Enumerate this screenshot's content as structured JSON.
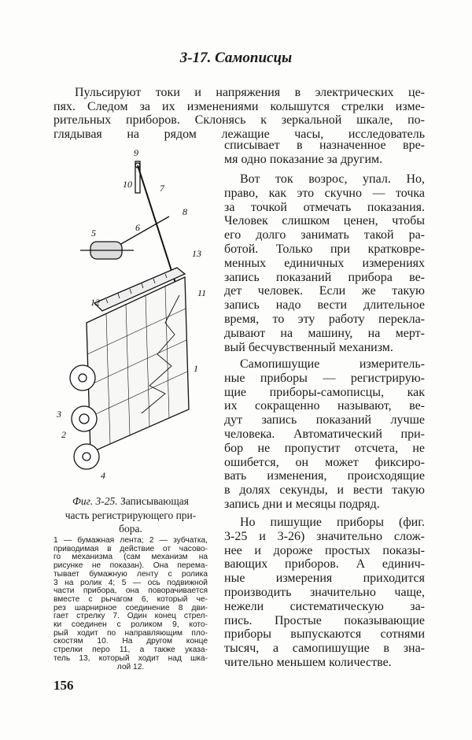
{
  "title": "3-17. Самописцы",
  "intro_lines": [
    "Пульсируют токи и напряжения в электрических це-",
    "пях. Следом за их изменениями колышутся стрелки изме-",
    "рительных приборов. Склонясь к зеркальной шкале, по-",
    "глядывая на рядом лежащие часы, исследователь"
  ],
  "right_paragraphs": [
    {
      "indent": false,
      "lines": [
        "списывает в назначенное вре-",
        "мя одно показание за другим."
      ]
    },
    {
      "indent": true,
      "lines": [
        "Вот ток возрос, упал. Но,",
        "право, как это скучно — точка",
        "за точкой отмечать показания.",
        "Человек слишком ценен, чтобы",
        "его долго занимать такой ра-",
        "ботой. Только при кратковре-",
        "менных единичных измерениях",
        "запись показаний прибора ве-",
        "дет человек. Если же такую",
        "запись надо вести длительное",
        "время, то эту работу перекла-",
        "дывают на машину, на мерт-",
        "вый бесчувственный механизм."
      ]
    },
    {
      "indent": true,
      "lines": [
        "Самопишущие измеритель-",
        "ные приборы — регистрирую-",
        "щие приборы-самописцы, как",
        "их сокращенно называют, ве-",
        "дут запись показаний лучше",
        "человека. Автоматический при-",
        "бор не пропустит отсчета, не",
        "ошибется, он может фиксиро-",
        "вать изменения, происходящие",
        "в долях секунды, и вести такую",
        "запись дни и месяцы подряд."
      ]
    },
    {
      "indent": true,
      "lines": [
        "Но пишущие приборы (фиг.",
        "3-25 и 3-26) значительно слож-",
        "нее и дороже простых показы-",
        "вающих приборов. А единич-",
        "ные измерения приходится",
        "производить значительно чаще,",
        "нежели систематическую за-",
        "пись. Простые показывающие",
        "приборы выпускаются сотнями",
        "тысяч, а самопишущие в зна-",
        "чительно меньшем количестве."
      ]
    }
  ],
  "figure": {
    "labels": [
      "1",
      "2",
      "3",
      "4",
      "5",
      "6",
      "7",
      "8",
      "9",
      "10",
      "11",
      "12",
      "13"
    ],
    "caption_number": "Фиг. 3-25.",
    "caption_lines": [
      "Записывающая",
      "часть регистрирующего при-",
      "бора."
    ],
    "legend_lines": [
      "1 — бумажная лента; 2 — зубчатка,",
      "приводимая в действие от часово-",
      "го механизма (сам механизм на",
      "рисунке не показан). Она перема-",
      "тывает бумажную ленту с ролика",
      "3 на ролик 4; 5 — ось подвижной",
      "части прибора, она поворачивается",
      "вместе с рычагом 6, который че-",
      "рез шарнирное соединение 8 дви-",
      "гает стрелку 7. Один конец стрел-",
      "ки соединен с роликом 9, кото-",
      "рый ходит по направляющим пло-",
      "скостям 10. На другом конце",
      "стрелки перо 11, а также указа-",
      "тель 13, который ходит над шка-",
      "лой 12."
    ]
  },
  "page_number": "156"
}
